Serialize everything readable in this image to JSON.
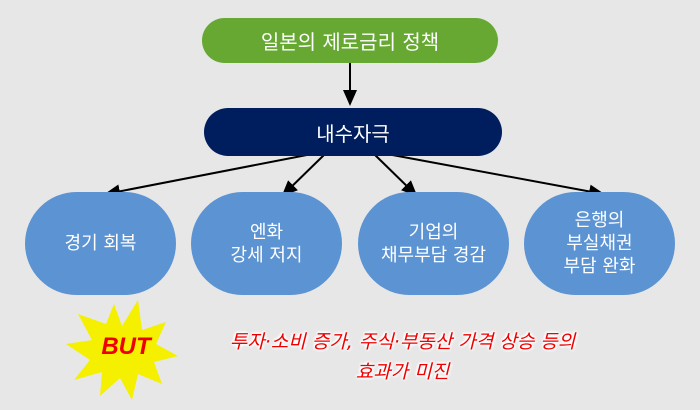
{
  "diagram": {
    "top_node": {
      "label": "일본의 제로금리 정책"
    },
    "middle_node": {
      "label": "내수자극"
    },
    "leaf_nodes": [
      {
        "lines": [
          "경기 회복"
        ]
      },
      {
        "lines": [
          "엔화",
          "강세 저지"
        ]
      },
      {
        "lines": [
          "기업의",
          "채무부담 경감"
        ]
      },
      {
        "lines": [
          "은행의",
          "부실채권",
          "부담 완화"
        ]
      }
    ],
    "callout": {
      "badge": "BUT",
      "lines": [
        "투자·소비 증가, 주식·부동산 가격 상승 등의",
        "효과가 미진"
      ]
    },
    "colors": {
      "background": "#e7e7e7",
      "top_node": "#66a832",
      "middle_node": "#001e5e",
      "leaf_nodes": "#5b93d3",
      "burst": "#f5ef00",
      "callout_text": "#ee0000"
    }
  }
}
